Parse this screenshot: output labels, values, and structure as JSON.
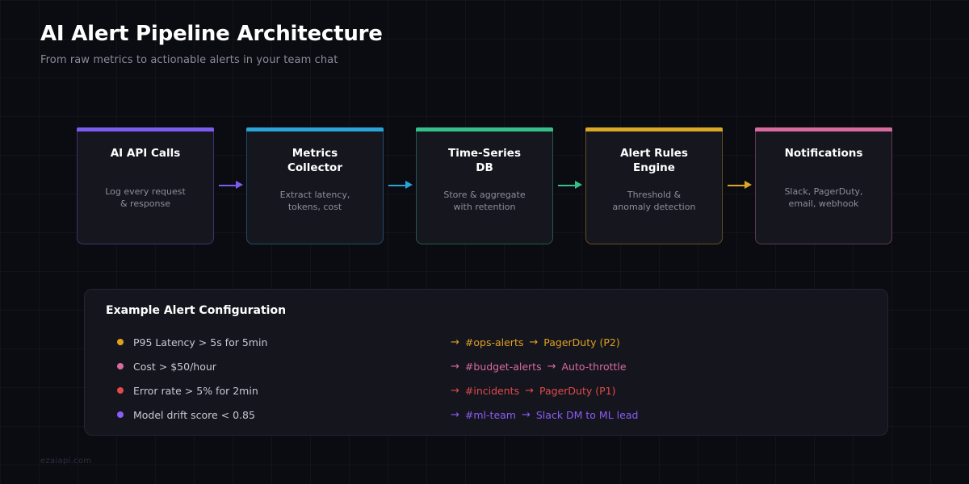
{
  "header": {
    "title": "AI Alert Pipeline Architecture",
    "subtitle": "From raw metrics to actionable alerts in your team chat"
  },
  "pipeline": {
    "stages": [
      {
        "title": "AI API Calls",
        "lines": 1,
        "desc": "Log every request\n& response",
        "color": "#7c5cf0"
      },
      {
        "title": "Metrics\nCollector",
        "lines": 2,
        "desc": "Extract latency,\ntokens, cost",
        "color": "#2aa3d6"
      },
      {
        "title": "Time-Series\nDB",
        "lines": 2,
        "desc": "Store & aggregate\nwith retention",
        "color": "#35c08a"
      },
      {
        "title": "Alert Rules\nEngine",
        "lines": 2,
        "desc": "Threshold &\nanomaly detection",
        "color": "#d9a825"
      },
      {
        "title": "Notifications",
        "lines": 1,
        "desc": "Slack, PagerDuty,\nemail, webhook",
        "color": "#d96a9e"
      }
    ],
    "connectors": [
      {
        "color": "#7c5cf0"
      },
      {
        "color": "#2aa3d6"
      },
      {
        "color": "#35c08a"
      },
      {
        "color": "#d9a825"
      }
    ]
  },
  "config": {
    "title": "Example Alert Configuration",
    "rules": [
      {
        "label": "P95 Latency > 5s for 5min",
        "color": "#e0a020"
      },
      {
        "label": "Cost > $50/hour",
        "color": "#d96a9e"
      },
      {
        "label": "Error rate > 5% for 2min",
        "color": "#e04a4a"
      },
      {
        "label": "Model drift score < 0.85",
        "color": "#8b5cf6"
      }
    ],
    "routes": [
      {
        "arrow": "→",
        "channel": "#ops-alerts",
        "arrow2": "→",
        "target": "PagerDuty (P2)",
        "color": "#e0a020"
      },
      {
        "arrow": "→",
        "channel": "#budget-alerts",
        "arrow2": "→",
        "target": "Auto-throttle",
        "color": "#d96a9e"
      },
      {
        "arrow": "→",
        "channel": "#incidents",
        "arrow2": "→",
        "target": "PagerDuty (P1)",
        "color": "#e04a4a"
      },
      {
        "arrow": "→",
        "channel": "#ml-team",
        "arrow2": "→",
        "target": "Slack DM to ML lead",
        "color": "#8b5cf6"
      }
    ]
  },
  "watermark": "ezaiapi.com"
}
